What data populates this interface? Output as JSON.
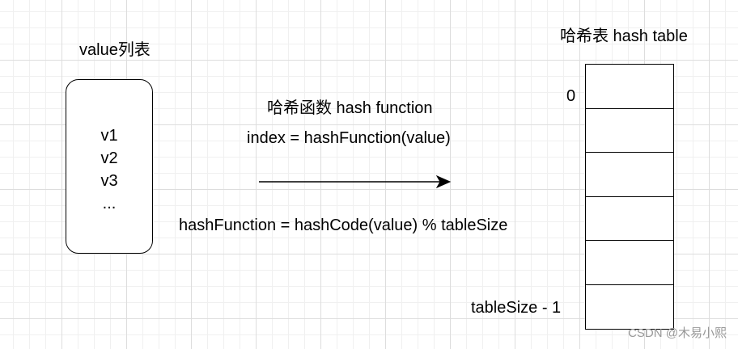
{
  "value_list": {
    "title": "value列表",
    "items": [
      "v1",
      "v2",
      "v3",
      "..."
    ]
  },
  "hash_function": {
    "title": "哈希函数 hash function",
    "index_formula": "index = hashFunction(value)",
    "definition": "hashFunction = hashCode(value) % tableSize"
  },
  "hash_table": {
    "title": "哈希表 hash table",
    "first_index": "0",
    "last_index": "tableSize - 1",
    "slot_count": 6
  },
  "watermark": "CSDN @木易小熙"
}
